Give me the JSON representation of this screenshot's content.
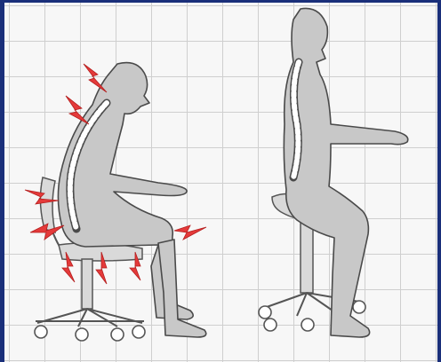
{
  "colors": {
    "grid_background": "#f7f7f7",
    "grid_lines": "#cfcfcf",
    "frame_border": "#1a2f7a",
    "body_fill": "#c8c8c8",
    "body_outline": "#4a4a4a",
    "spine": "#ffffff",
    "pain_marks": "#e43a3a"
  },
  "figures": [
    {
      "posture": "slouched",
      "chair": "office-chair-with-backrest",
      "pain_indicators": true
    },
    {
      "posture": "upright",
      "chair": "saddle-stool",
      "pain_indicators": false
    }
  ]
}
